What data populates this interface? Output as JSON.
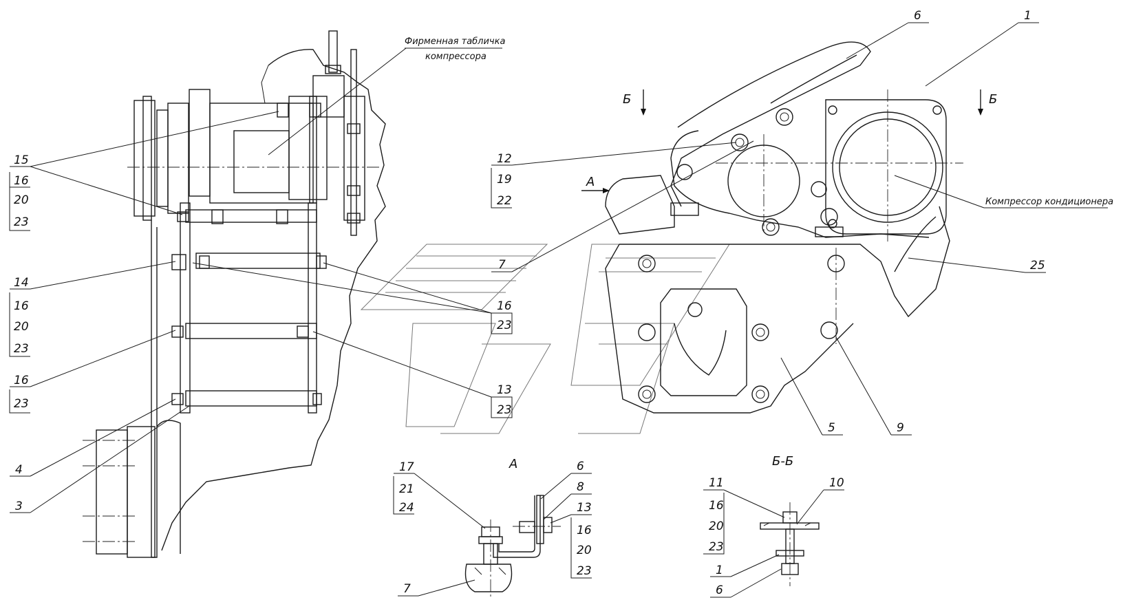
{
  "notes": {
    "nameplate_line1": "Фирменная табличка",
    "nameplate_line2": "компрессора",
    "compressor": "Компрессор кондиционера"
  },
  "views": {
    "view_a": "А",
    "section_bb": "Б-Б",
    "section_mark": "Б",
    "arrow_a": "А"
  },
  "callouts": {
    "left_15": [
      "15",
      "16",
      "20",
      "23"
    ],
    "left_14": [
      "14",
      "16",
      "20",
      "23"
    ],
    "left_16": [
      "16",
      "23"
    ],
    "left_4": "4",
    "left_3": "3",
    "mid_12": [
      "12",
      "19",
      "22"
    ],
    "mid_7": "7",
    "mid_16_23": [
      "16",
      "23"
    ],
    "mid_13_23": [
      "13",
      "23"
    ],
    "top_6": "6",
    "top_1": "1",
    "comp_25": "25",
    "bot_5": "5",
    "bot_9": "9",
    "a_17": [
      "17",
      "21",
      "24"
    ],
    "a_6": "6",
    "a_8": "8",
    "a_13": [
      "13",
      "16",
      "20",
      "23"
    ],
    "a_7": "7",
    "bb_11": [
      "11",
      "16",
      "20",
      "23"
    ],
    "bb_10": "10",
    "bb_1": "1",
    "bb_6": "6"
  }
}
